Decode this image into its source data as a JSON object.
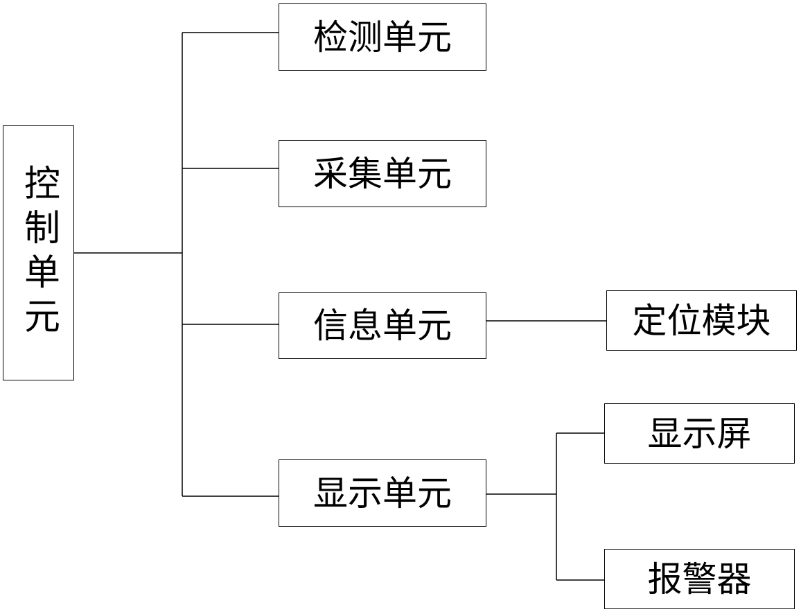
{
  "nodes": {
    "control_unit": "控制单元",
    "detection_unit": "检测单元",
    "acquisition_unit": "采集单元",
    "information_unit": "信息单元",
    "display_unit": "显示单元",
    "positioning_module": "定位模块",
    "display_screen": "显示屏",
    "alarm": "报警器"
  }
}
